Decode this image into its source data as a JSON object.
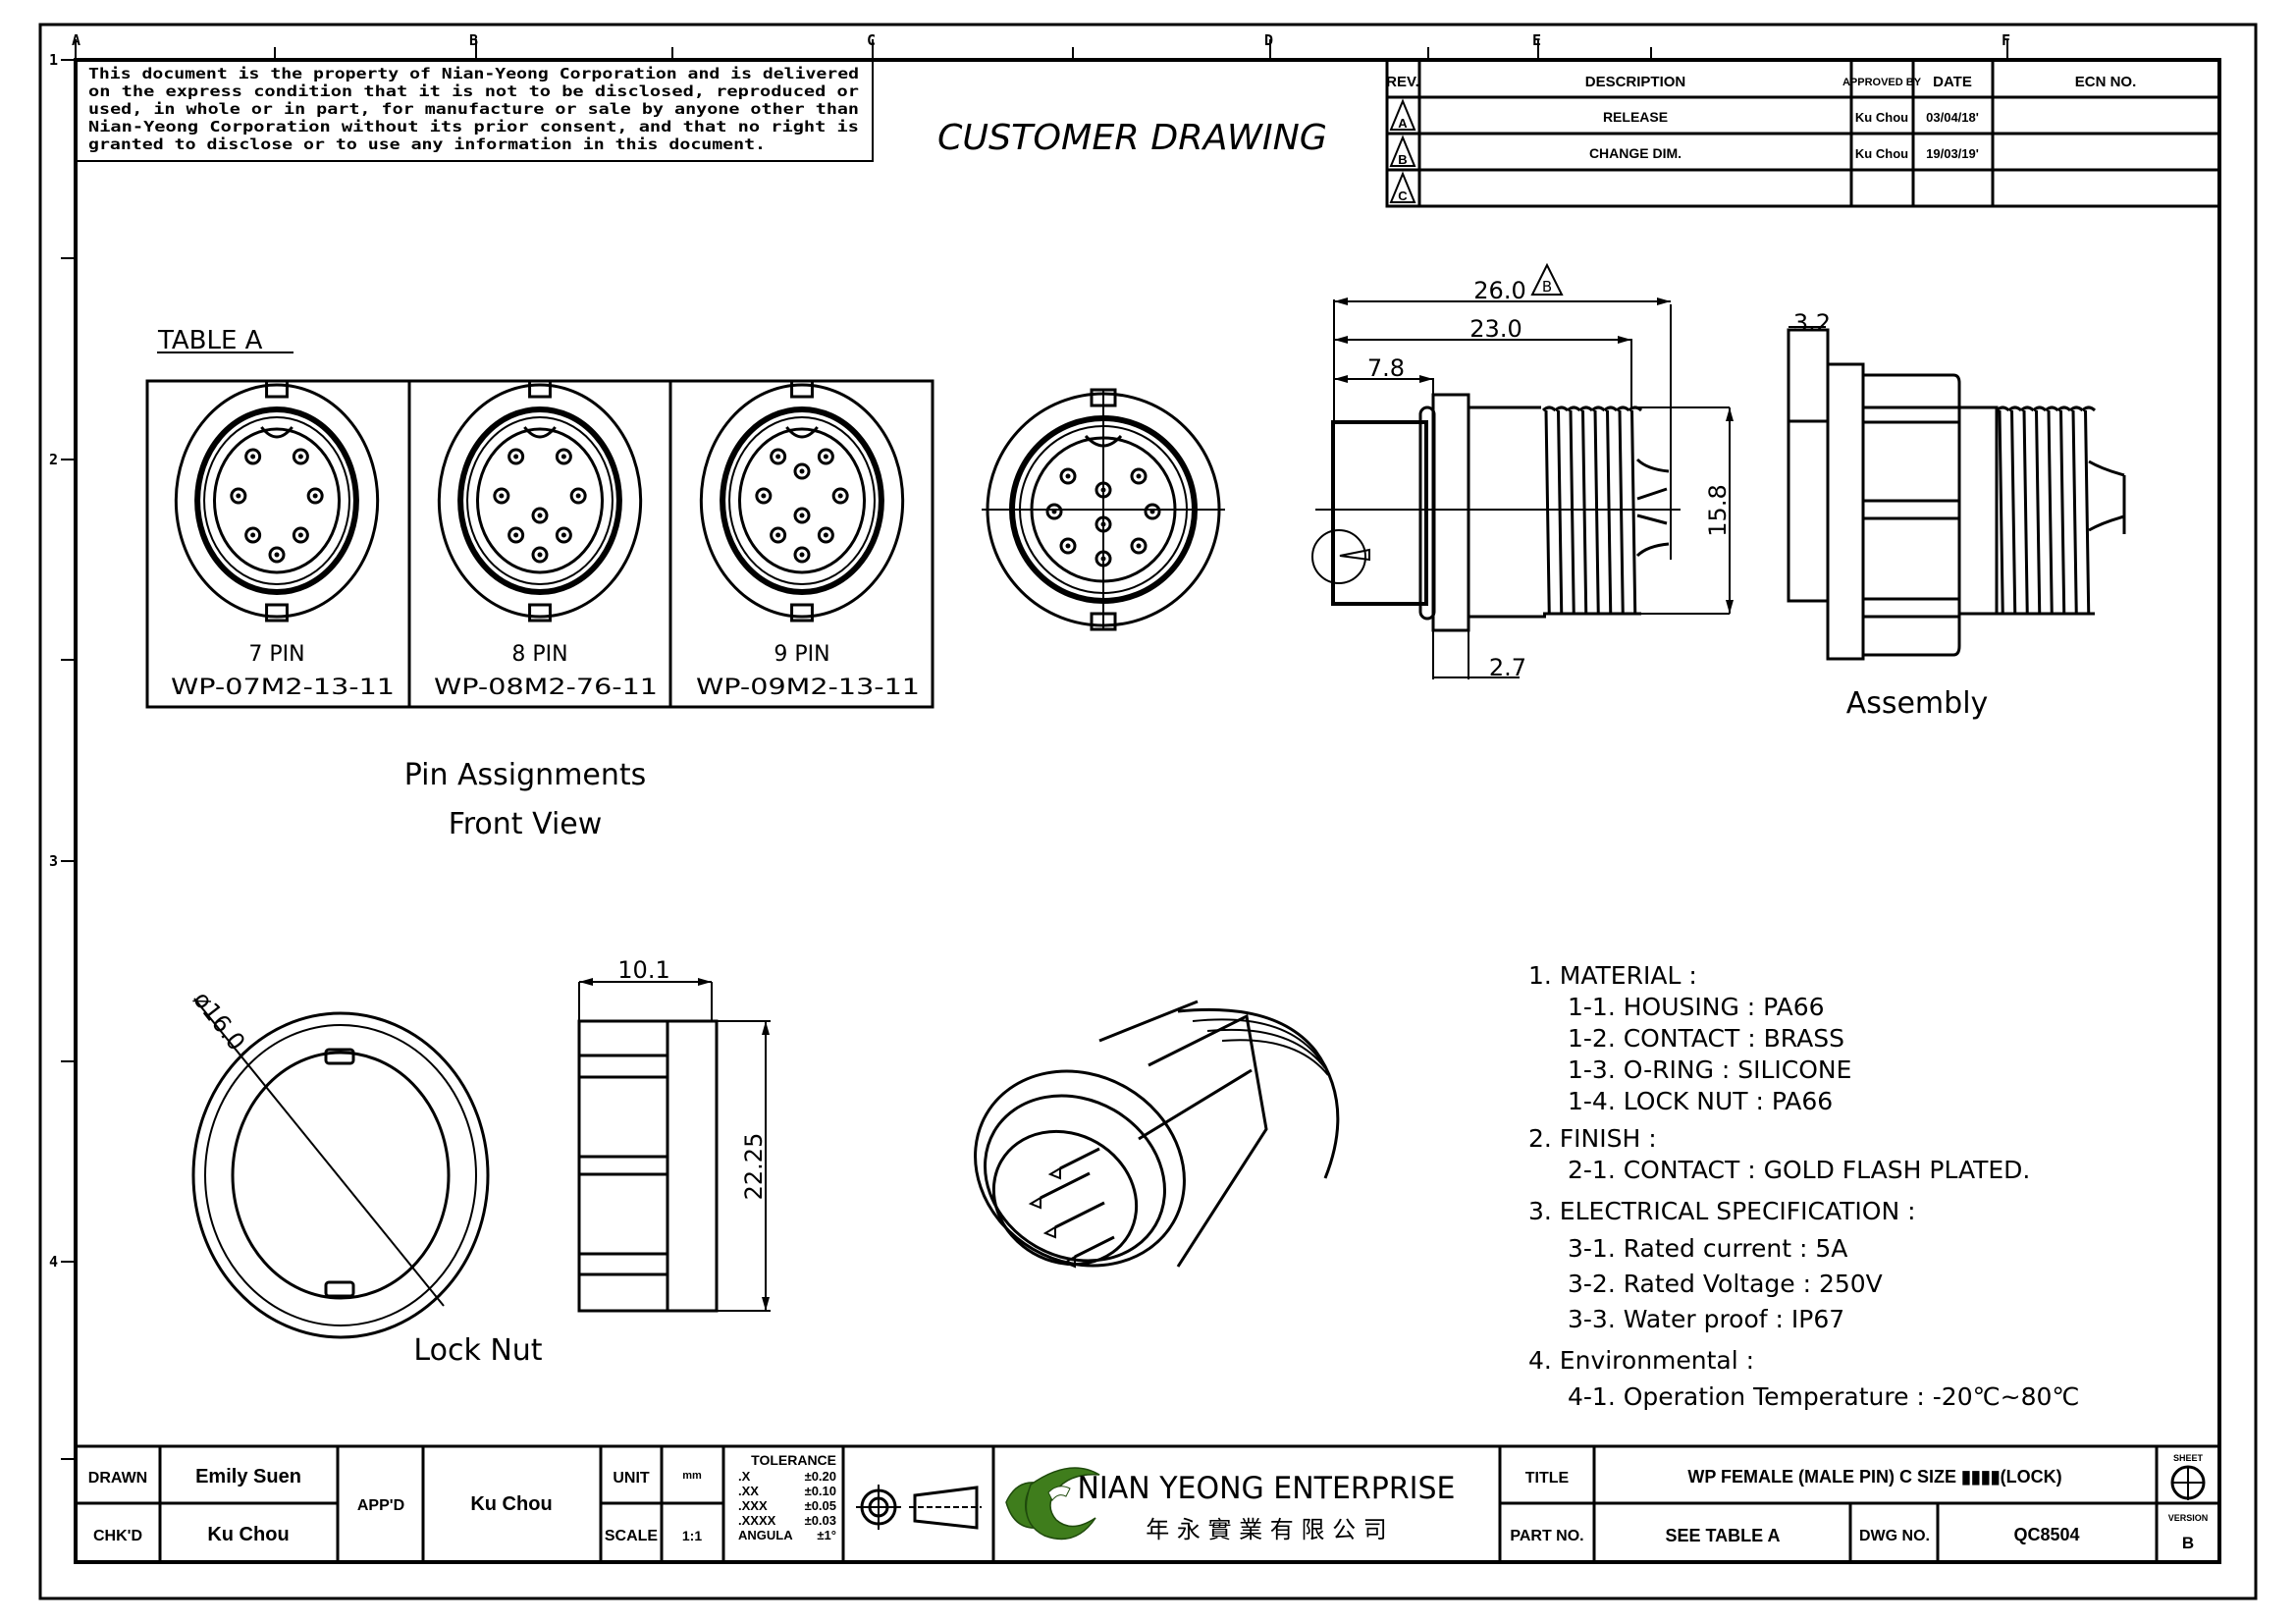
{
  "ruler": {
    "columns": [
      "A",
      "B",
      "C",
      "D",
      "E",
      "F"
    ],
    "rows": [
      "1",
      "2",
      "3",
      "4"
    ]
  },
  "notice": {
    "lines": [
      "This document is the property of Nian-Yeong Corporation and is delivered",
      "on  the  express condition that it is not to be disclosed, reproduced or",
      "used, in whole or in part, for manufacture or sale by anyone other than",
      "Nian-Yeong Corporation without  its prior consent, and that  no right  is",
      "granted to disclose or to use any information in this  document."
    ]
  },
  "header": {
    "title": "CUSTOMER  DRAWING"
  },
  "revision_table": {
    "headers": {
      "rev": "REV.",
      "description": "DESCRIPTION",
      "approved_by": "APPROVED BY",
      "date": "DATE",
      "ecn": "ECN NO."
    },
    "rows": [
      {
        "rev": "A",
        "description": "RELEASE",
        "approved_by": "Ku Chou",
        "date": "03/04/18'",
        "ecn": ""
      },
      {
        "rev": "B",
        "description": "CHANGE DIM.",
        "approved_by": "Ku Chou",
        "date": "19/03/19'",
        "ecn": ""
      },
      {
        "rev": "C",
        "description": "",
        "approved_by": "",
        "date": "",
        "ecn": ""
      }
    ]
  },
  "table_a": {
    "title": "TABLE  A",
    "variants": [
      {
        "pins": "7  PIN",
        "part_no": "WP-07M2-13-11"
      },
      {
        "pins": "8  PIN",
        "part_no": "WP-08M2-76-11"
      },
      {
        "pins": "9  PIN",
        "part_no": "WP-09M2-13-11"
      }
    ],
    "caption_line1": "Pin  Assignments",
    "caption_line2": "Front  View"
  },
  "side_view": {
    "dims": {
      "overall": "26.0",
      "overall_rev": "B",
      "body": "23.0",
      "front": "7.8",
      "flange": "2.7",
      "thread_dia": "15.8"
    }
  },
  "assembly": {
    "dim": "3.2",
    "label": "Assembly"
  },
  "lock_nut": {
    "dia": "ø16.0",
    "width": "10.1",
    "height": "22.25",
    "label": "Lock  Nut"
  },
  "specs": [
    {
      "text": "1.  MATERIAL  :",
      "level": 0
    },
    {
      "text": "1-1.  HOUSING  :  PA66",
      "level": 1
    },
    {
      "text": "1-2.  CONTACT  :  BRASS",
      "level": 1
    },
    {
      "text": "1-3.  O-RING  :  SILICONE",
      "level": 1
    },
    {
      "text": "1-4.  LOCK  NUT  :  PA66",
      "level": 1
    },
    {
      "text": "2.  FINISH  :",
      "level": 0
    },
    {
      "text": "2-1.  CONTACT  :  GOLD  FLASH  PLATED.",
      "level": 1
    },
    {
      "text": "3.  ELECTRICAL  SPECIFICATION  :",
      "level": 0
    },
    {
      "text": "3-1.  Rated  current  :  5A",
      "level": 1
    },
    {
      "text": "3-2.  Rated  Voltage  :  250V",
      "level": 1
    },
    {
      "text": "3-3.  Water  proof  :  IP67",
      "level": 1
    },
    {
      "text": "4.  Environmental  :",
      "level": 0
    },
    {
      "text": "4-1.  Operation  Temperature  :  -20℃~80℃",
      "level": 1
    }
  ],
  "title_block": {
    "drawn_label": "DRAWN",
    "drawn_value": "Emily Suen",
    "checked_label": "CHK'D",
    "checked_value": "Ku Chou",
    "approved_label": "APP'D",
    "approved_value": "Ku Chou",
    "unit_label": "UNIT",
    "unit_value": "mm",
    "scale_label": "SCALE",
    "scale_value": "1:1",
    "tolerance": {
      "title": "TOLERANCE",
      "rows": [
        {
          "k": ".X",
          "v": "±0.20"
        },
        {
          "k": ".XX",
          "v": "±0.10"
        },
        {
          "k": ".XXX",
          "v": "±0.05"
        },
        {
          "k": ".XXXX",
          "v": "±0.03"
        },
        {
          "k": "ANGULA",
          "v": "±1°"
        }
      ]
    },
    "company_en": "NIAN YEONG ENTERPRISE",
    "company_zh": "年 永 實 業 有 限 公 司",
    "title_label": "TITLE",
    "title_value": "WP FEMALE (MALE PIN) C SIZE ▮▮▮▮(LOCK)",
    "part_label": "PART NO.",
    "part_value": "SEE TABLE A",
    "dwg_label": "DWG NO.",
    "dwg_value": "QC8504",
    "sheet_label": "SHEET",
    "version_label": "VERSION",
    "version_value": "B"
  },
  "colors": {
    "ink": "#000000",
    "logo_green": "#3f7d1c",
    "logo_dark": "#1f4a0c",
    "paper": "#ffffff"
  }
}
